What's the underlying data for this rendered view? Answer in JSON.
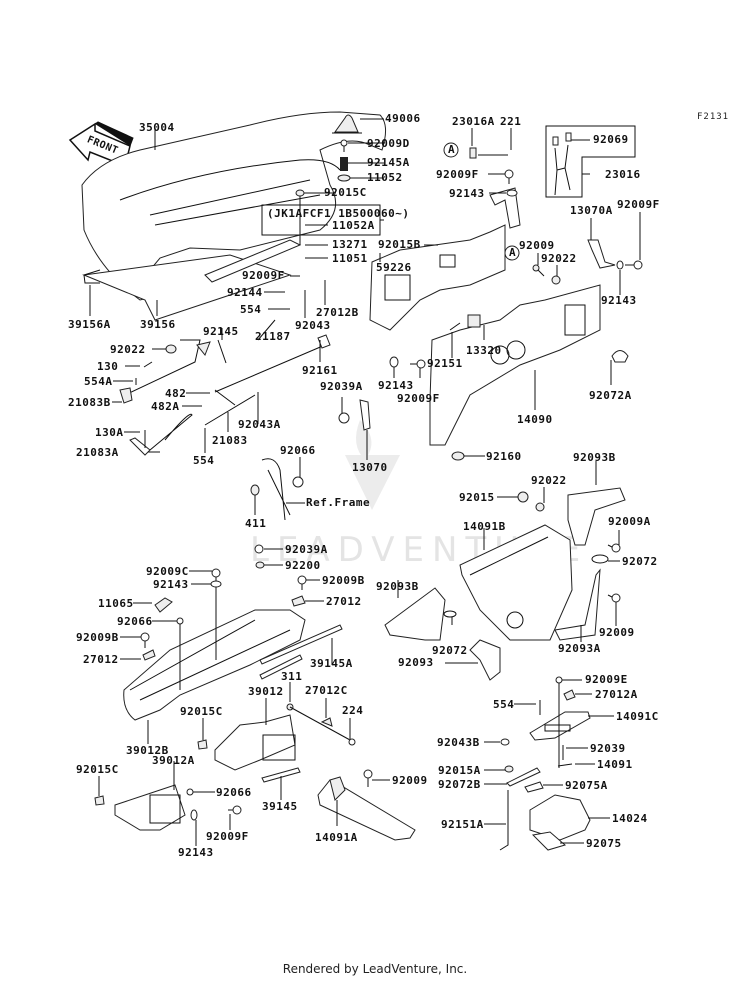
{
  "diagram": {
    "figure_code": "F2131",
    "front_arrow_label": "FRONT",
    "serial_note": "(JK1AFCF1 1B500060~)",
    "reference_label": "Ref.Frame",
    "callout_letter": "A",
    "watermark": "LEADVENTURE",
    "footer": "Rendered by LeadVenture, Inc."
  },
  "parts": {
    "p35004": "35004",
    "p49006": "49006",
    "p92009D": "92009D",
    "p92145A": "92145A",
    "p11052": "11052",
    "p92015C_top": "92015C",
    "p11052A": "11052A",
    "p13271": "13271",
    "p11051": "11051",
    "p92009F_a": "92009F",
    "p92144": "92144",
    "p554_a": "554",
    "p27012B": "27012B",
    "p92043": "92043",
    "p39156A": "39156A",
    "p39156": "39156",
    "p23016A": "23016A",
    "p221": "221",
    "p92009F_b": "92009F",
    "p92143_a": "92143",
    "p92069": "92069",
    "p23016": "23016",
    "p13070A": "13070A",
    "p92009F_c": "92009F",
    "p92143_b": "92143",
    "p92015B": "92015B",
    "p59226": "59226",
    "p92009_a": "92009",
    "p92022_a": "92022",
    "p13320": "13320",
    "p92151": "92151",
    "p92143_c": "92143",
    "p92009F_d": "92009F",
    "p92072A": "92072A",
    "p14090": "14090",
    "p92160": "92160",
    "p92145": "92145",
    "p21187": "21187",
    "p92022_b": "92022",
    "p130": "130",
    "p554A": "554A",
    "p21083B": "21083B",
    "p482": "482",
    "p482A": "482A",
    "p92161": "92161",
    "p92043A": "92043A",
    "p130A": "130A",
    "p21083": "21083",
    "p21083A": "21083A",
    "p554_b": "554",
    "p92039A_a": "92039A",
    "p13070": "13070",
    "p92066_a": "92066",
    "p411": "411",
    "p92093B_a": "92093B",
    "p92015": "92015",
    "p92022_c": "92022",
    "p92009A": "92009A",
    "p14091B": "14091B",
    "p92072_a": "92072",
    "p92093B_b": "92093B",
    "p92072_b": "92072",
    "p92093": "92093",
    "p92009_b": "92009",
    "p92093A": "92093A",
    "p92039A_b": "92039A",
    "p92200": "92200",
    "p92009C": "92009C",
    "p92143_d": "92143",
    "p92009B_a": "92009B",
    "p27012_a": "27012",
    "p11065": "11065",
    "p92066_b": "92066",
    "p92009B_b": "92009B",
    "p27012_b": "27012",
    "p39145A": "39145A",
    "p311": "311",
    "p27012C": "27012C",
    "p224": "224",
    "p39012": "39012",
    "p92015C_b": "92015C",
    "p39012B": "39012B",
    "p39012A": "39012A",
    "p92015C_c": "92015C",
    "p92066_c": "92066",
    "p39145": "39145",
    "p92009F_e": "92009F",
    "p92143_e": "92143",
    "p92009_c": "92009",
    "p14091A": "14091A",
    "p92009E": "92009E",
    "p27012A": "27012A",
    "p554_c": "554",
    "p14091C": "14091C",
    "p92043B": "92043B",
    "p92039": "92039",
    "p14091": "14091",
    "p92015A": "92015A",
    "p92072B": "92072B",
    "p92075A": "92075A",
    "p92151A": "92151A",
    "p14024": "14024",
    "p92075": "92075"
  }
}
